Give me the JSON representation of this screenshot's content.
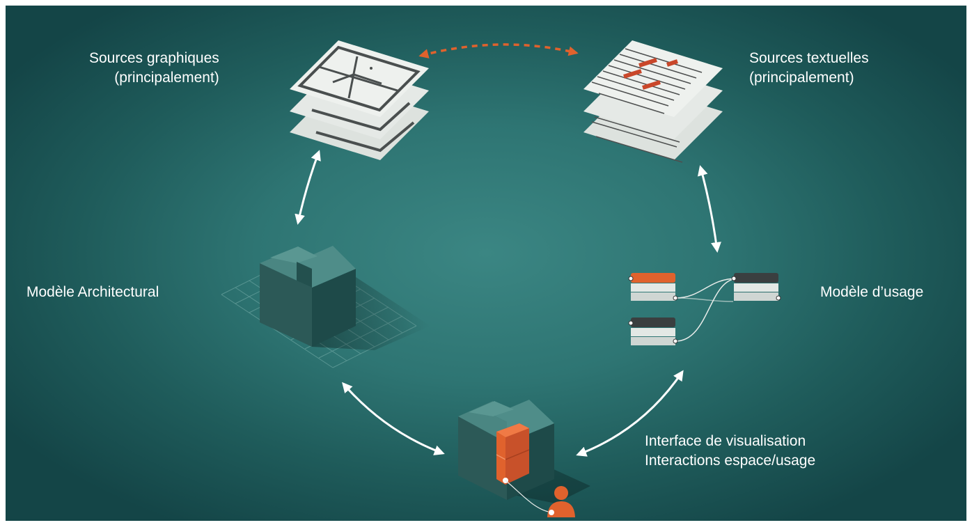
{
  "labels": {
    "graphic_sources": [
      "Sources graphiques",
      "(principalement)"
    ],
    "text_sources": [
      "Sources textuelles",
      "(principalement)"
    ],
    "architectural_model": "Modèle Architectural",
    "usage_model": "Modèle d’usage",
    "interface": [
      "Interface de visualisation",
      "Interactions espace/usage"
    ]
  },
  "colors": {
    "accent": "#e0622d",
    "arrow": "#ffffff",
    "paper": "#e9ece9",
    "block_top": "#4e8b87",
    "block_left": "#3a6f6c",
    "block_front": "#2a5654"
  },
  "icons": [
    "graphic-document-stack-icon",
    "text-document-stack-icon",
    "architectural-block-icon",
    "usage-node-graph-icon",
    "interface-block-icon",
    "person-icon"
  ]
}
